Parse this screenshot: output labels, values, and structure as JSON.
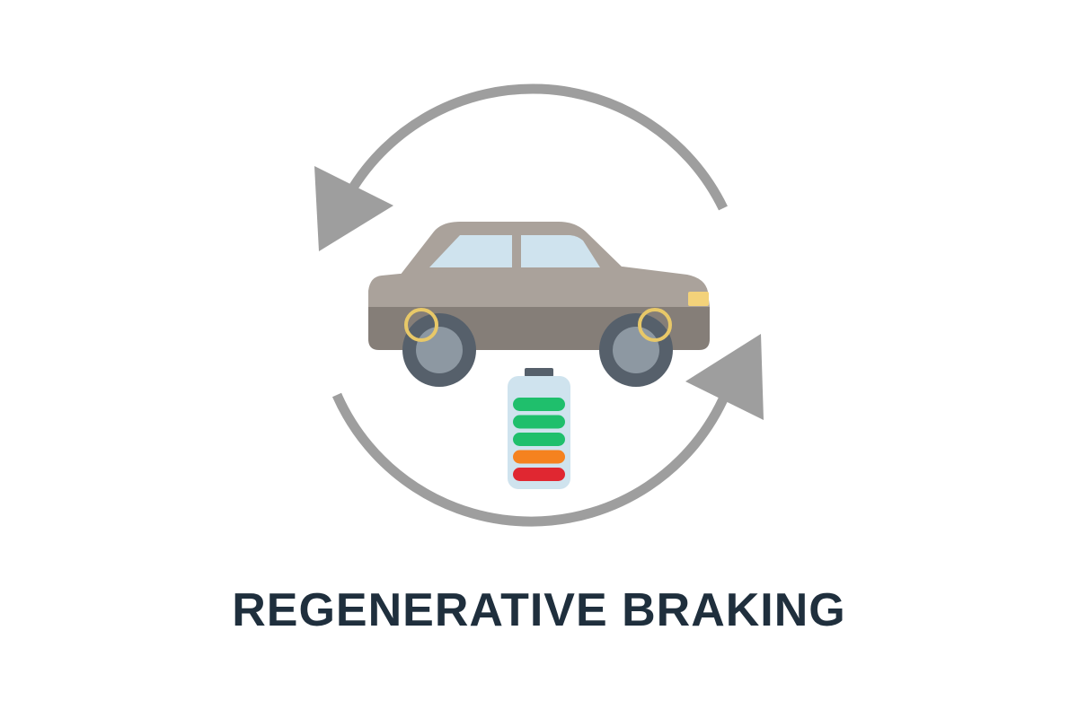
{
  "title": "REGENERATIVE BRAKING",
  "icons": {
    "cycle": "cycle-arrows-icon",
    "car": "car-icon",
    "battery": "battery-icon"
  },
  "colors": {
    "background": "#ffffff",
    "title": "#1f2f3d",
    "arrows": "#9e9e9e",
    "car_body_top": "#aaa29b",
    "car_body_bottom": "#857e78",
    "windows": "#cfe3ee",
    "tire": "#56606b",
    "hub": "#8d98a2",
    "wheel_ring": "#e8c868",
    "headlight": "#f3d27a",
    "battery_shell": "#cfe3ee",
    "battery_green": "#1fbf6c",
    "battery_orange": "#f5821f",
    "battery_red": "#e02731"
  },
  "battery": {
    "bars": [
      {
        "level": "full",
        "color": "#1fbf6c"
      },
      {
        "level": "full",
        "color": "#1fbf6c"
      },
      {
        "level": "full",
        "color": "#1fbf6c"
      },
      {
        "level": "medium",
        "color": "#f5821f"
      },
      {
        "level": "low",
        "color": "#e02731"
      }
    ]
  }
}
